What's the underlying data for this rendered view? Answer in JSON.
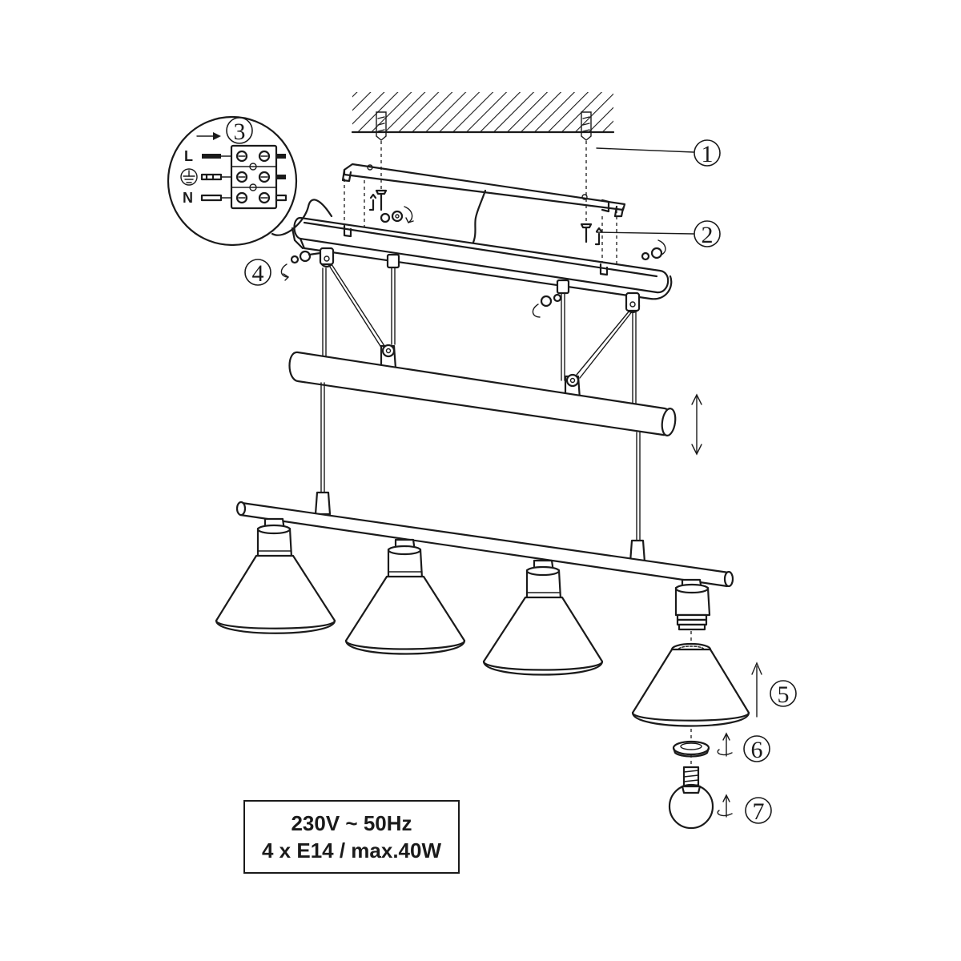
{
  "callouts": {
    "c1": "1",
    "c2": "2",
    "c3": "3",
    "c4": "4",
    "c5": "5",
    "c6": "6",
    "c7": "7"
  },
  "wiring": {
    "line": "L",
    "neutral": "N"
  },
  "spec": {
    "voltage": "230V ~ 50Hz",
    "bulbs": "4 x E14 / max.40W"
  }
}
